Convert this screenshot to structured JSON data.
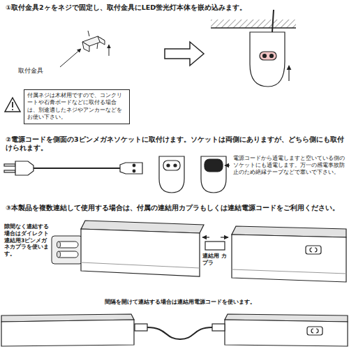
{
  "diagram": {
    "nodes": [
      {
        "text": [
          "付属ネジは木材用ですので、コンクリートや石膏ボードなどに取付る場合は、別途適したネジやアンカーなどをお使い下さい。"
        ]
      }
    ],
    "labels": [
      "①取付金具2ヶをネジで固定し、取付金具にLED蛍光灯本体を嵌め込みます。",
      "取付金具",
      "②電源コードを側面の3ピンメガネソケットに取付けます。ソケットは両側にありますが、どちら側にも取付けられます。",
      "電源コードから通電しますと空いている側のソケットにも通電します。万一の感電事故防止のため絶縁テープなどで塞いで下さい。",
      "③本製品を複数連結して使用する場合は、付属の連結用カプラもしくは連結電源コードをご利用ください。",
      "隙間なく連結する場合はダイレクト連結用3ピンメガネカプラを使います。",
      "連結用 カプラ",
      "間隔を開けて連結する場合は連結用電源コードを使います。"
    ]
  }
}
